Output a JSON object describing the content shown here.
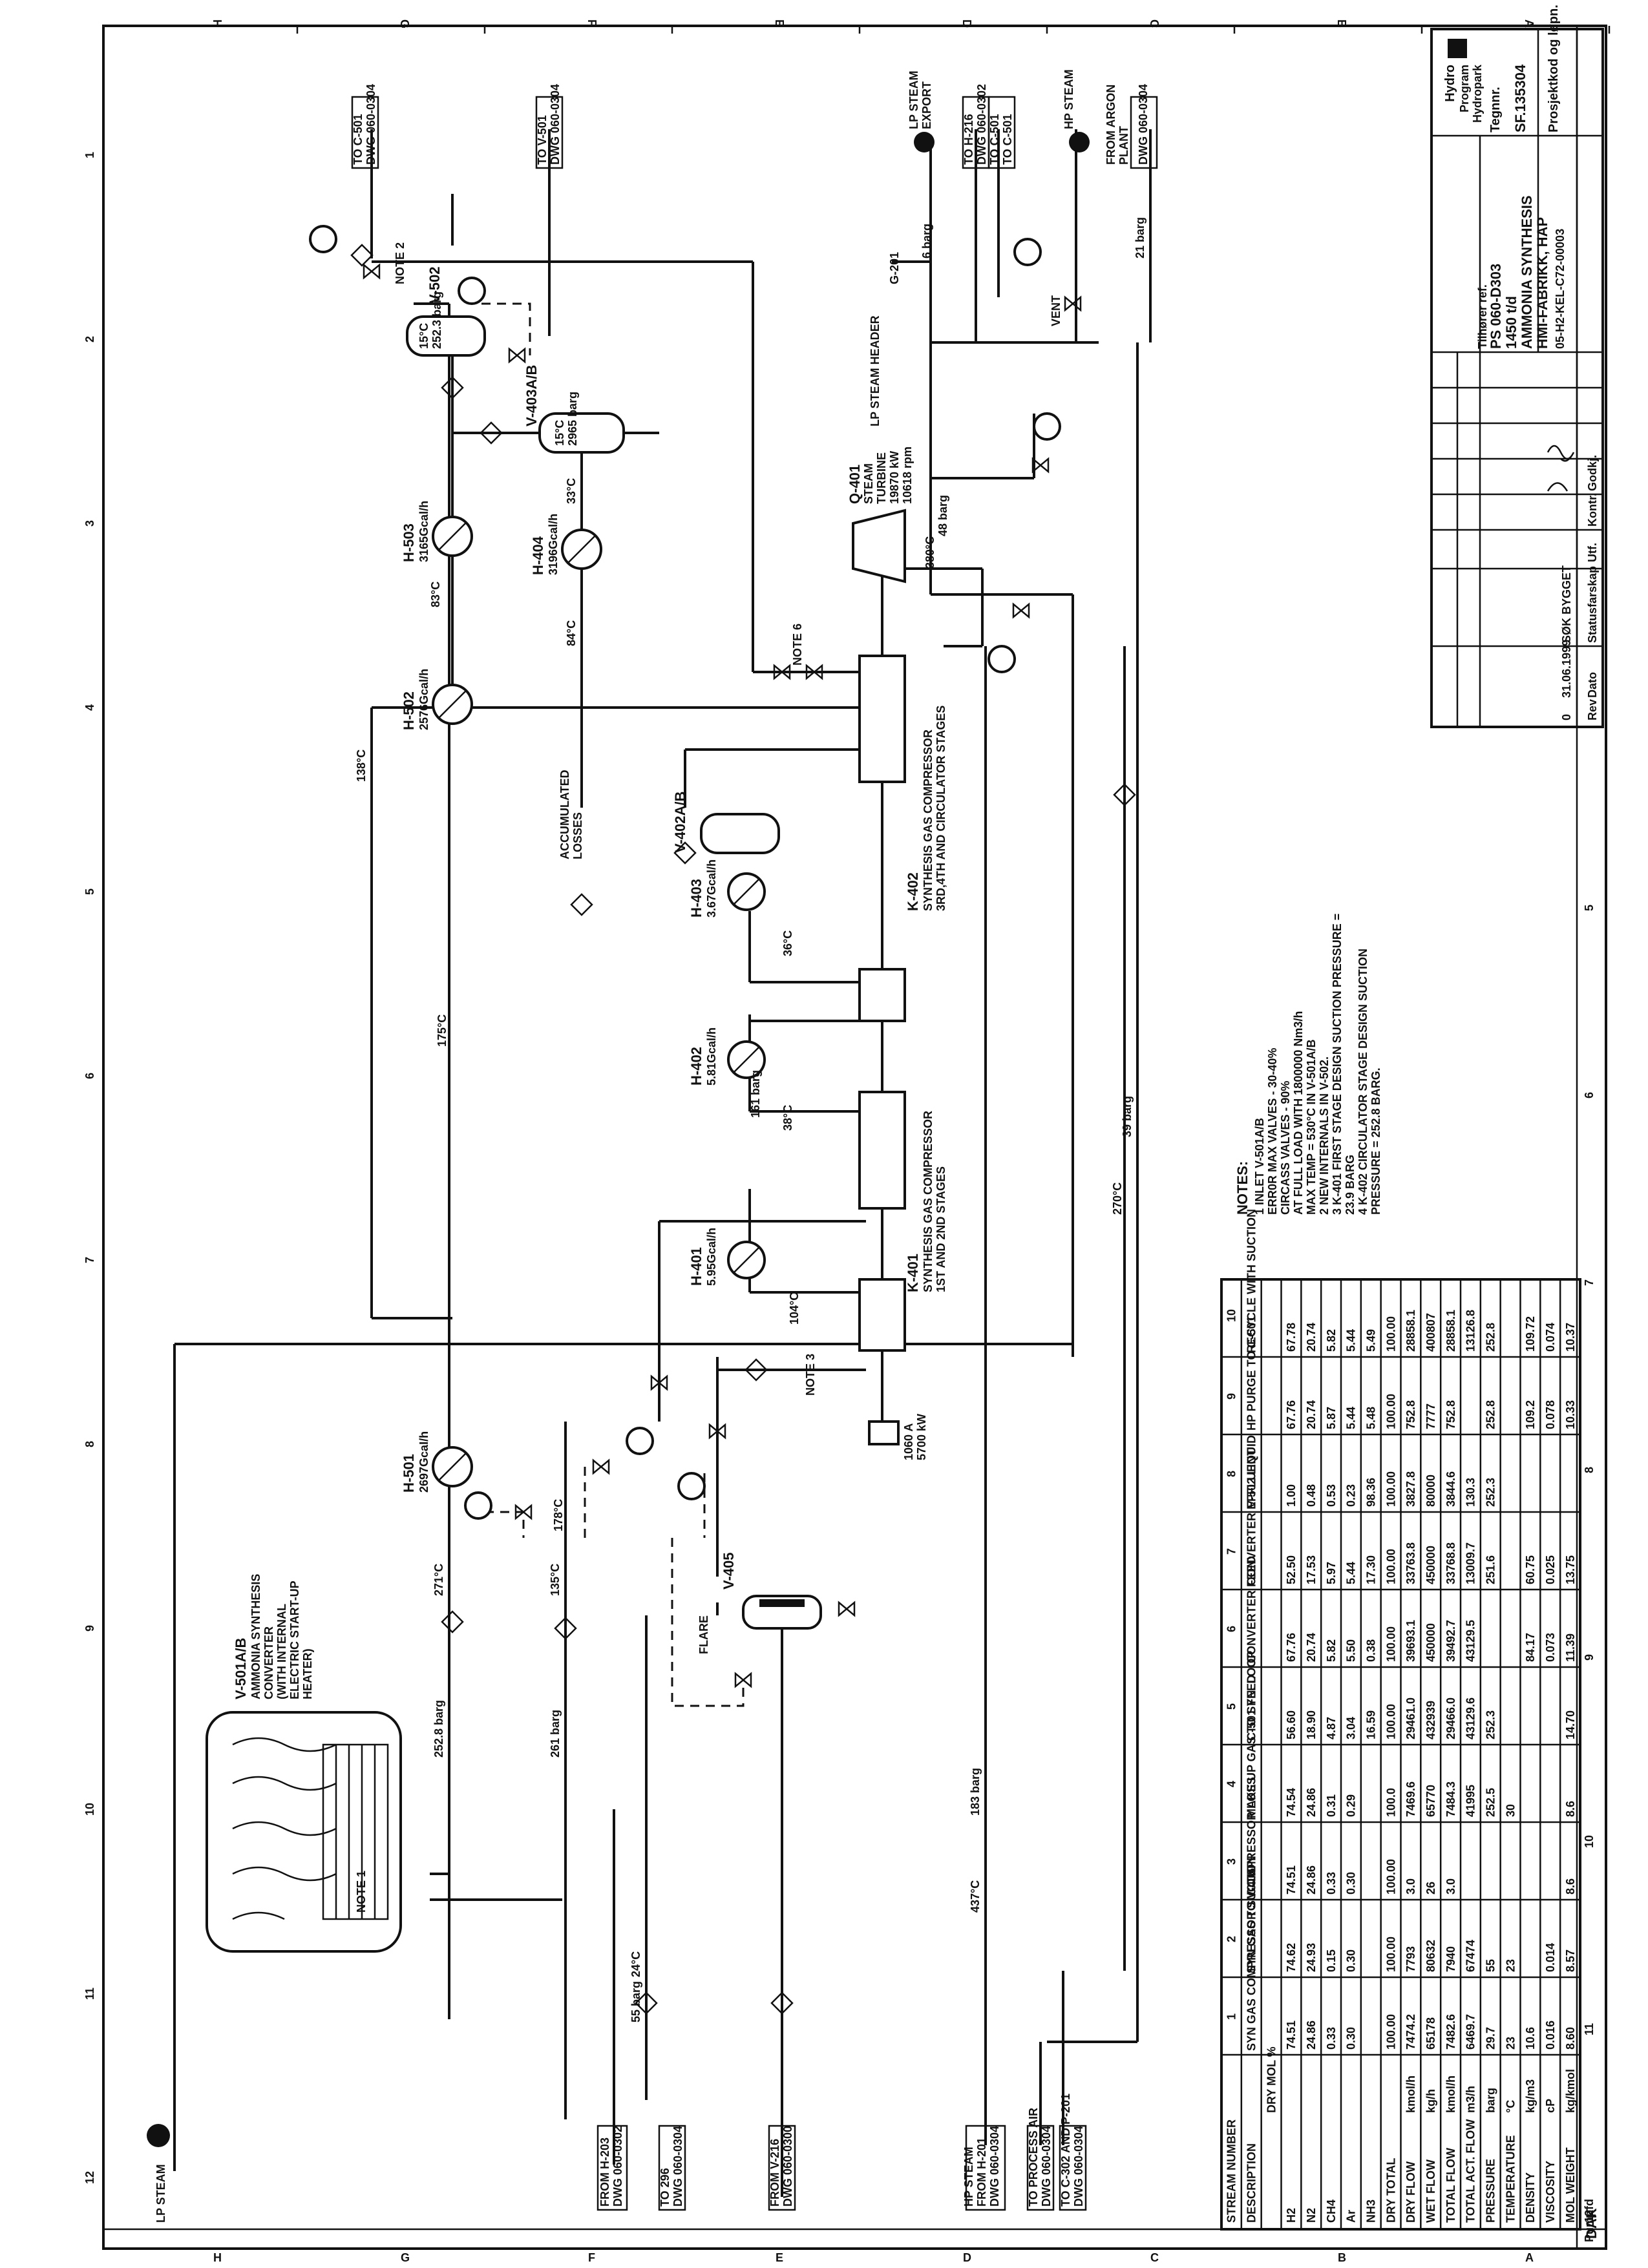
{
  "drawing": {
    "title_lines": [
      "Tilhører ref.",
      "PS 060-D303",
      "1450 t/d",
      "AMMONIA SYNTHESIS",
      "HMI-FABRIKK, HAP"
    ],
    "company": [
      "Hydro",
      "Program",
      "Hydropark"
    ],
    "drawing_label": "Tegnnr.",
    "drawing_number": "SF.135304",
    "project_label": "Prosjektkod og løpn.",
    "ref_code": "05-H2-KEL-C72-00003",
    "revision_row": {
      "rev": "0",
      "date": "31.06.1999",
      "status": "SØK BYGGET"
    },
    "revision_headers": [
      "Rev",
      "Dato",
      "Statusfarskap",
      "Utf.",
      "Kontr.",
      "Godkj."
    ],
    "bottom_left": "DAK"
  },
  "equipment": [
    {
      "tag": "V-501A/B",
      "desc": [
        "AMMONIA SYNTHESIS",
        "CONVERTER",
        "(WITH INTERNAL",
        "ELECTRIC START-UP",
        "HEATER)"
      ]
    },
    {
      "tag": "H-501",
      "desc": [
        "2697GcaI/h"
      ]
    },
    {
      "tag": "H-502",
      "desc": [
        "2576Gcal/h"
      ]
    },
    {
      "tag": "H-503",
      "desc": [
        "3165Gcal/h"
      ]
    },
    {
      "tag": "H-404",
      "desc": [
        "3196Gcal/h"
      ]
    },
    {
      "tag": "V-502",
      "desc": [
        "15°C",
        "252.3 barg"
      ]
    },
    {
      "tag": "V-403A/B",
      "desc": [
        "15°C",
        "2965 barg"
      ]
    },
    {
      "tag": "Q-401",
      "desc": [
        "STEAM",
        "TURBINE",
        "19870 kW",
        "10618 rpm"
      ]
    },
    {
      "tag": "K-402",
      "desc": [
        "SYNTHESIS GAS COMPRESSOR",
        "3RD,4TH AND CIRCULATOR STAGES"
      ]
    },
    {
      "tag": "K-401",
      "desc": [
        "SYNTHESIS GAS COMPRESSOR",
        "1ST AND 2ND STAGES"
      ]
    },
    {
      "tag": "V-402A/B",
      "desc": []
    },
    {
      "tag": "H-403",
      "desc": [
        "3.67Gcal/h"
      ]
    },
    {
      "tag": "H-402",
      "desc": [
        "5.81Gcal/h"
      ]
    },
    {
      "tag": "H-401",
      "desc": [
        "5.95Gcal/h"
      ]
    },
    {
      "tag": "V-405",
      "desc": []
    }
  ],
  "connections": {
    "top": [
      "TO C-501",
      "DWG 060-0304",
      "TO V-501",
      "DWG 060-0304",
      "LP STEAM",
      "EXPORT",
      "TO H-216",
      "DWG 060-0302",
      "TO C-501",
      "TO C-501",
      "HP STEAM",
      "FROM ARGON",
      "PLANT",
      "DWG 060-0304"
    ],
    "bottom": [
      "LP STEAM",
      "FROM H-203",
      "DWG 060-0302",
      "TO 296",
      "DWG 060-0304",
      "FROM V-216",
      "DWG 060-0300",
      "HP STEAM",
      "FROM H-201",
      "DWG 060-0304",
      "TO PROCESS AIR",
      "DWG 060-0304",
      "TO C-302 AND P-201",
      "DWG 060-0304"
    ]
  },
  "annotations": {
    "steam_header": "LP STEAM HEADER",
    "accumulated": [
      "ACCUMULATED",
      "LOSSES"
    ],
    "flare": "FLARE",
    "motor": [
      "1060 A",
      "5700 kW"
    ],
    "note1": "NOTE 1",
    "note2": "NOTE 2",
    "note3": "NOTE 3",
    "note6": "NOTE 6",
    "vent": "VENT",
    "g201": "G-201",
    "pressures": [
      "55 barg",
      "183 barg",
      "39 barg",
      "48 barg",
      "21 barg",
      "6 barg",
      "252.8 barg",
      "261 barg",
      "161 barg"
    ],
    "temps": [
      "175°C",
      "138°C",
      "83°C",
      "84°C",
      "33°C",
      "271°C",
      "135°C",
      "104°C",
      "36°C",
      "38°C",
      "380°C",
      "270°C",
      "437°C",
      "24°C",
      "178°C"
    ]
  },
  "notes": {
    "title": "NOTES:",
    "items": [
      "1  INLET V-501A/B",
      "   ERR0R MAX VALVES - 30-40%",
      "   CIRCASS VALVES - 90%",
      "   AT FULL LOAD WITH 1800000 Nm3/h",
      "   MAX TEMP = 530°C IN V-501A/B",
      "2  NEW INTERNALS IN V-502.",
      "3  K-401 FIRST STAGE DESIGN SUCTION PRESSURE =",
      "   23.9 BARG",
      "4  K-402 CIRCULATOR STAGE DESIGN SUCTION",
      "   PRESSURE = 252.8 BARG."
    ]
  },
  "stream_table": {
    "row_labels": [
      "STREAM NUMBER",
      "DESCRIPTION",
      "",
      "H2",
      "N2",
      "CH4",
      "Ar",
      "NH3",
      "DRY TOTAL",
      "DRY FLOW",
      "WET FLOW",
      "TOTAL FLOW",
      "TOTAL ACT. FLOW",
      "PRESSURE",
      "TEMPERATURE",
      "DENSITY",
      "VISCOSITY",
      "MOL WEIGHT"
    ],
    "unit_labels": [
      "",
      "",
      "DRY MOL %",
      "",
      "",
      "",
      "",
      "",
      "",
      "kmol/h",
      "kg/h",
      "kmol/h",
      "m3/h",
      "barg",
      "°C",
      "kg/m3",
      "cP",
      "kg/kmol"
    ],
    "streams": [
      {
        "no": "1",
        "desc": "SYN GAS COMPRESSOR SUCTION",
        "values": [
          "74.51",
          "24.86",
          "0.33",
          "0.30",
          "",
          "100.00",
          "7474.2",
          "65178",
          "7482.6",
          "6469.7",
          "29.7",
          "23",
          "10.6",
          "0.016",
          "8.60"
        ]
      },
      {
        "no": "2",
        "desc": "SYN GAS TO V-405",
        "values": [
          "74.62",
          "24.93",
          "0.15",
          "0.30",
          "",
          "100.00",
          "7793",
          "80632",
          "7940",
          "67474",
          "55",
          "23",
          "",
          "0.014",
          "8.57"
        ]
      },
      {
        "no": "3",
        "desc": "COMPRESSOR LOSS",
        "values": [
          "74.51",
          "24.86",
          "0.33",
          "0.30",
          "",
          "100.00",
          "3.0",
          "26",
          "3.0",
          "",
          "",
          "",
          "",
          "",
          "8.6"
        ]
      },
      {
        "no": "4",
        "desc": "MAKE UP GAS TO SYN. LOOP",
        "values": [
          "74.54",
          "24.86",
          "0.31",
          "0.29",
          "",
          "100.0",
          "7469.6",
          "65770",
          "7484.3",
          "41995",
          "252.5",
          "30",
          "",
          "",
          "8.6"
        ]
      },
      {
        "no": "5",
        "desc": "C-501 FEED",
        "values": [
          "56.60",
          "18.90",
          "4.87",
          "3.04",
          "16.59",
          "100.00",
          "29461.0",
          "432939",
          "29466.0",
          "43129.6",
          "252.3",
          "",
          "",
          "",
          "14.70"
        ]
      },
      {
        "no": "6",
        "desc": "CONVERTER FEED",
        "values": [
          "67.76",
          "20.74",
          "5.82",
          "5.50",
          "0.38",
          "100.00",
          "39693.1",
          "450000",
          "39492.7",
          "43129.5",
          "",
          "",
          "84.17",
          "0.073",
          "11.39"
        ]
      },
      {
        "no": "7",
        "desc": "CONVERTER EFFLUENT",
        "values": [
          "52.50",
          "17.53",
          "5.97",
          "5.44",
          "17.30",
          "100.00",
          "33763.8",
          "450000",
          "33768.8",
          "13009.7",
          "251.6",
          "",
          "60.75",
          "0.025",
          "13.75"
        ]
      },
      {
        "no": "8",
        "desc": "V-502 LIQUID",
        "values": [
          "1.00",
          "0.48",
          "0.53",
          "0.23",
          "98.36",
          "100.00",
          "3827.8",
          "80000",
          "3844.6",
          "130.3",
          "252.3",
          "",
          "",
          "",
          ""
        ]
      },
      {
        "no": "9",
        "desc": "HP PURGE TO C-501",
        "values": [
          "67.76",
          "20.74",
          "5.87",
          "5.44",
          "5.48",
          "100.00",
          "752.8",
          "7777",
          "752.8",
          "",
          "252.8",
          "",
          "109.2",
          "0.078",
          "10.33"
        ]
      },
      {
        "no": "10",
        "desc": "RECYCLE WITH SUCTION",
        "values": [
          "67.78",
          "20.74",
          "5.82",
          "5.44",
          "5.49",
          "100.00",
          "28858.1",
          "400807",
          "28858.1",
          "13126.8",
          "252.8",
          "",
          "109.72",
          "0.074",
          "10.37"
        ]
      }
    ],
    "footer": [
      "12",
      "11",
      "10",
      "9",
      "8",
      "7",
      "6",
      "5"
    ],
    "footer_left": "Pumpfd"
  },
  "border": {
    "left_letters": [
      "H",
      "G",
      "F",
      "E",
      "D",
      "C",
      "B",
      "A"
    ],
    "numbers": [
      "12",
      "11",
      "10",
      "9",
      "8",
      "7",
      "6",
      "5",
      "4",
      "3",
      "2",
      "1"
    ]
  }
}
